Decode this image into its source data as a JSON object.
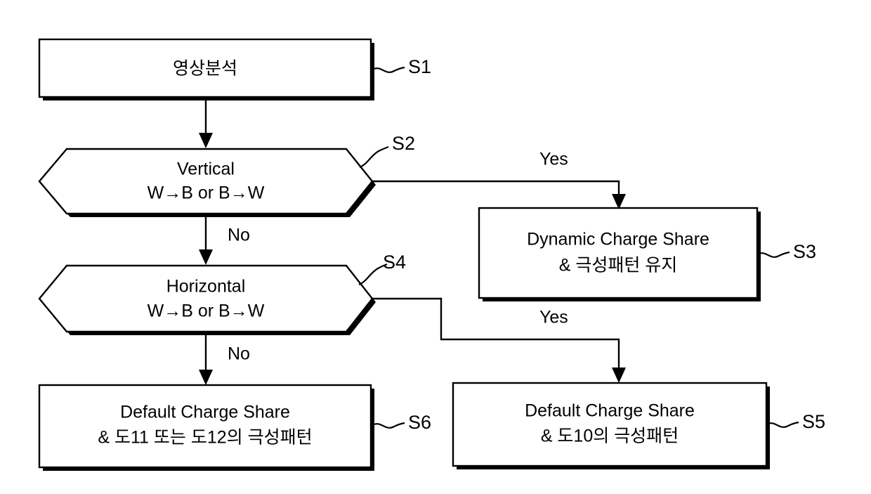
{
  "diagram": {
    "type": "flowchart",
    "title": "",
    "background_color": "#ffffff",
    "line_color": "#000000",
    "nodes": [
      {
        "id": "S1",
        "shape": "process",
        "ref_label": "S1",
        "lines": [
          "영상분석"
        ]
      },
      {
        "id": "S2",
        "shape": "decision-hexagon",
        "ref_label": "S2",
        "lines": [
          "Vertical",
          "W→B or B→W"
        ]
      },
      {
        "id": "S3",
        "shape": "process",
        "ref_label": "S3",
        "lines": [
          "Dynamic Charge Share",
          "& 극성패턴 유지"
        ]
      },
      {
        "id": "S4",
        "shape": "decision-hexagon",
        "ref_label": "S4",
        "lines": [
          "Horizontal",
          "W→B or B→W"
        ]
      },
      {
        "id": "S5",
        "shape": "process",
        "ref_label": "S5",
        "lines": [
          "Default Charge Share",
          "& 도10의 극성패턴"
        ]
      },
      {
        "id": "S6",
        "shape": "process",
        "ref_label": "S6",
        "lines": [
          "Default Charge Share",
          "& 도11 또는 도12의 극성패턴"
        ]
      }
    ],
    "edges": [
      {
        "id": "e1",
        "from": "S1",
        "to": "S2",
        "label": ""
      },
      {
        "id": "e2",
        "from": "S2",
        "to": "S3",
        "label": "Yes"
      },
      {
        "id": "e3",
        "from": "S2",
        "to": "S4",
        "label": "No"
      },
      {
        "id": "e4",
        "from": "S4",
        "to": "S5",
        "label": "Yes"
      },
      {
        "id": "e5",
        "from": "S4",
        "to": "S6",
        "label": "No"
      }
    ]
  }
}
